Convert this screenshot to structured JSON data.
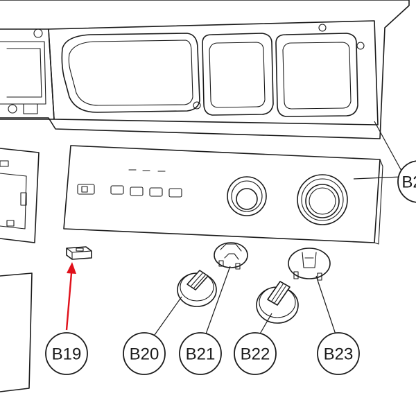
{
  "colors": {
    "line": "#1a1a1a",
    "highlight_arrow": "#e0101a",
    "background": "#ffffff"
  },
  "callouts": {
    "b19": "B19",
    "b20": "B20",
    "b21": "B21",
    "b22": "B22",
    "b23": "B23",
    "b24_partial": "B2"
  },
  "highlighted_part": "B19"
}
